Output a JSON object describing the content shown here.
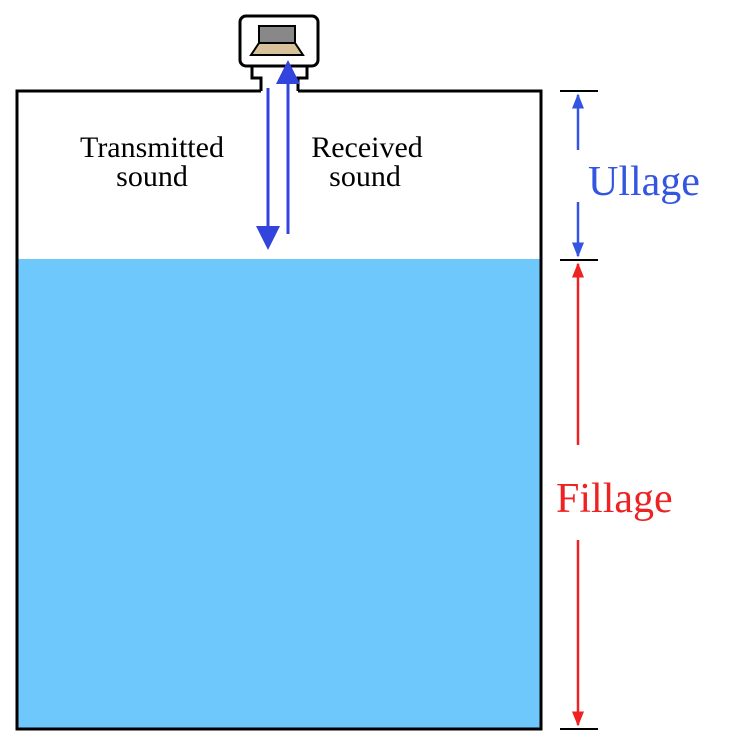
{
  "labels": {
    "transmitted_line1": "Transmitted",
    "transmitted_line2": "sound",
    "received_line1": "Received",
    "received_line2": "sound",
    "ullage": "Ullage",
    "fillage": "Fillage"
  },
  "colors": {
    "liquid": "#6ec8fb",
    "tank_outline": "#000000",
    "sound_arrows": "#3344dd",
    "ullage": "#3355e0",
    "fillage": "#ee2222",
    "transducer_body": "#888888",
    "transducer_horn": "#d8c29a"
  },
  "icons": {
    "transducer": "ultrasonic-transducer-icon"
  }
}
